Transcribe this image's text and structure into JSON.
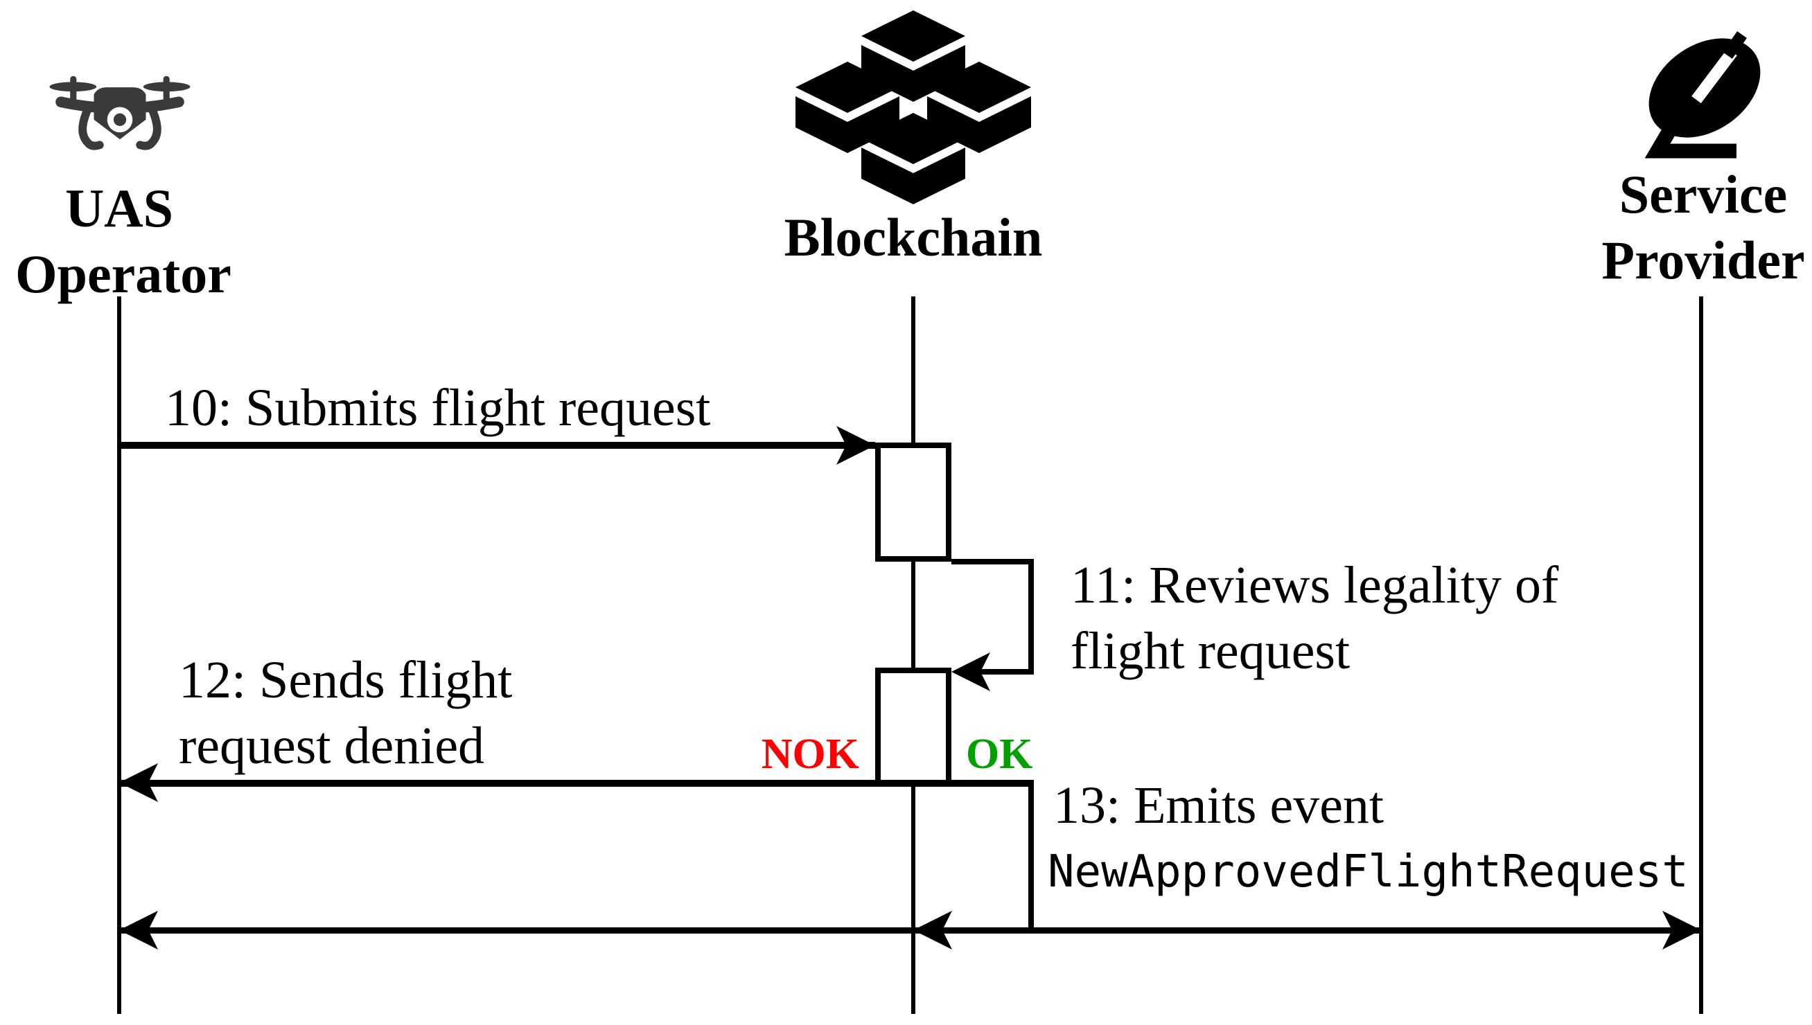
{
  "figure": {
    "type": "sequence-diagram",
    "background": "#ffffff"
  },
  "colors": {
    "line": "#000000",
    "text": "#000000",
    "drone_icon": "#3a3a3a",
    "blockchain_icon": "#000000",
    "satellite_icon": "#000000",
    "nok": "#ff0000",
    "ok": "#00a000"
  },
  "actors": {
    "uas_operator": {
      "line1": "UAS",
      "line2": "Operator",
      "icon": "drone-icon"
    },
    "blockchain": {
      "label": "Blockchain",
      "icon": "blockchain-cubes-icon"
    },
    "service_provider": {
      "line1": "Service",
      "line2": "Provider",
      "icon": "satellite-dish-icon"
    }
  },
  "messages": {
    "m10": {
      "label": "10: Submits flight request"
    },
    "m11": {
      "line1": "11: Reviews legality of",
      "line2": "flight request"
    },
    "m12": {
      "line1": "12: Sends flight",
      "line2": "request denied"
    },
    "m13": {
      "label": "13: Emits event",
      "event_name": "NewApprovedFlightRequest"
    },
    "branch": {
      "nok": "NOK",
      "ok": "OK"
    }
  }
}
